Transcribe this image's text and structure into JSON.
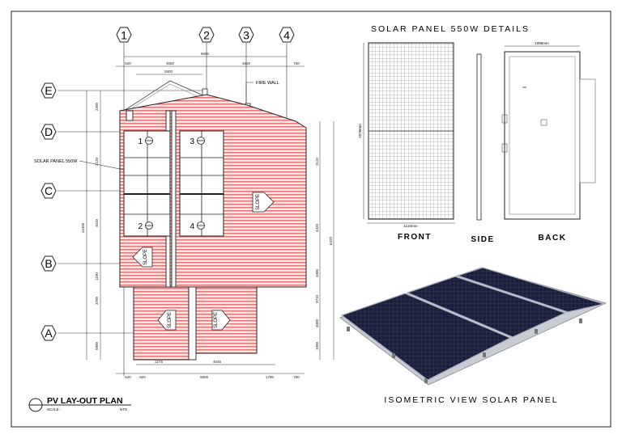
{
  "grid": {
    "columns": [
      "1",
      "2",
      "3",
      "4"
    ],
    "rows": [
      "E",
      "D",
      "C",
      "B",
      "A"
    ]
  },
  "plan": {
    "title": "PV LAY-OUT PLAN",
    "scale_label": "SCALE :",
    "scale_value": "NTS",
    "fire_wall_label": "FIRE WALL",
    "panel_label": "SOLAR PANEL 550W",
    "slope_label": "SLOPE",
    "array_labels": [
      "1",
      "2",
      "3",
      "4"
    ],
    "dims_top_overall": "6600",
    "dims_top": [
      "620",
      "3060",
      "4520",
      "760"
    ],
    "dim_2600": "2600",
    "dims_bottom": [
      "620",
      "920",
      "5808",
      "1780",
      "760"
    ],
    "dims_bottom_inner": [
      "1275",
      "4045"
    ],
    "dims_left": [
      "2300",
      "2120",
      "4010",
      "1100",
      "3700",
      "5900"
    ],
    "dim_left_overall": "14450",
    "dims_right": [
      "3115",
      "4320",
      "1000",
      "3710",
      "4000",
      "1000"
    ],
    "dim_right_overall": "6320"
  },
  "details": {
    "title": "SOLAR PANEL 550W DETAILS",
    "front_label": "FRONT",
    "side_label": "SIDE",
    "back_label": "BACK",
    "back_width": "1096mm",
    "front_width": "1134mm",
    "front_height": "2278mm"
  },
  "isometric": {
    "title": "ISOMETRIC VIEW SOLAR PANEL"
  }
}
